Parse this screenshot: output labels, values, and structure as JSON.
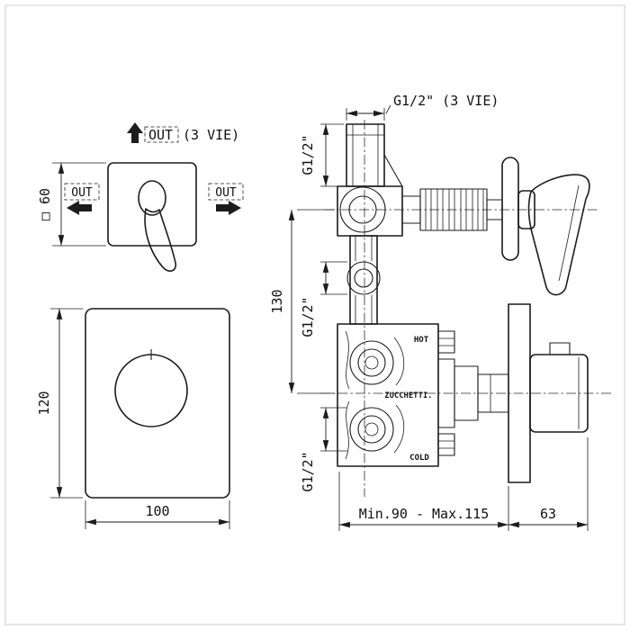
{
  "colors": {
    "background": "#ffffff",
    "line": "#1c1c1c",
    "page_border": "#cccccc"
  },
  "front_top_view": {
    "out_top_word": "OUT",
    "out_top_suffix": "(3 VIE)",
    "out_left": "OUT",
    "out_right": "OUT",
    "dim_square": "□ 60"
  },
  "front_bottom_view": {
    "dim_height": "120",
    "dim_width": "100"
  },
  "section_view": {
    "dim_top_port": "G1/2\" (3 VIE)",
    "dim_port_upper": "G1/2\"",
    "dim_port_middle": "G1/2\"",
    "dim_port_lower": "G1/2\"",
    "dim_centers": "130",
    "label_hot": "HOT",
    "label_cold": "COLD",
    "label_brand": "ZUCCHETTI.",
    "dim_depth": "Min.90 - Max.115",
    "dim_handle_depth": "63"
  }
}
